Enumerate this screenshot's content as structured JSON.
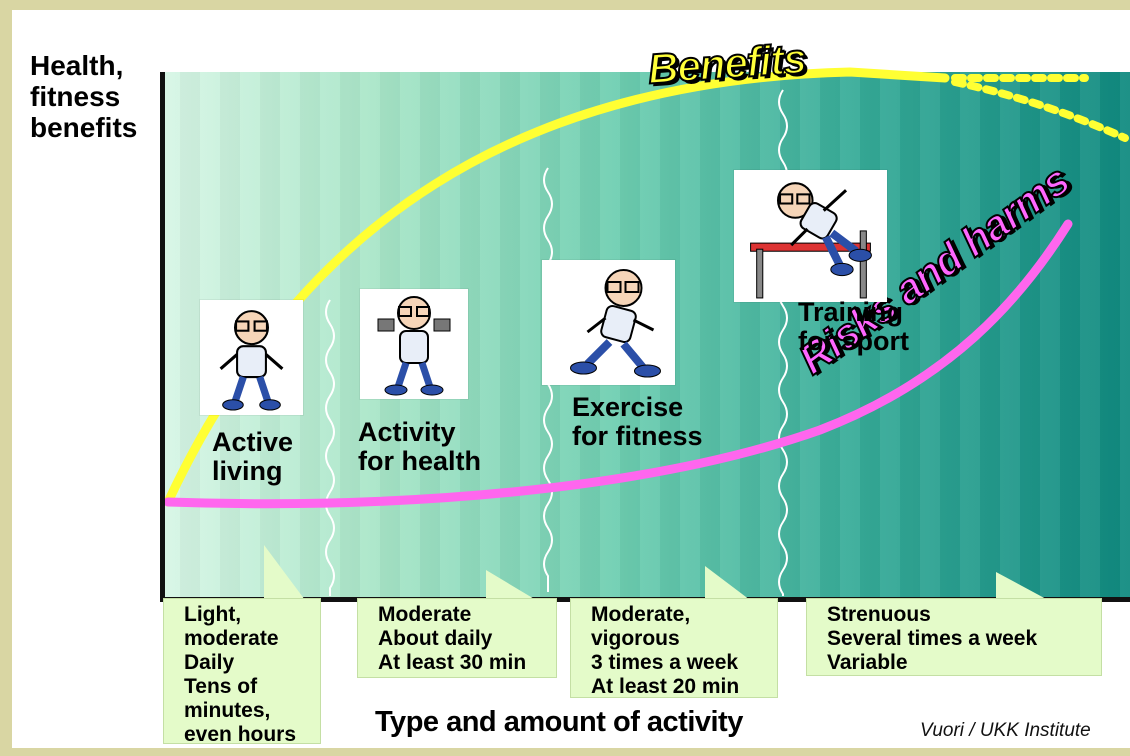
{
  "y_axis_title": "Health,\nfitness\nbenefits",
  "x_axis_title": "Type and amount of activity",
  "credit": "Vuori / UKK Institute",
  "curves": {
    "benefits": {
      "label": "Benefits",
      "color": "#ffff33"
    },
    "risks": {
      "label": "Risks and harms",
      "color": "#ff66ff"
    }
  },
  "stages": [
    {
      "label": "Active\nliving",
      "figure": "person-walking-icon"
    },
    {
      "label": "Activity\nfor health",
      "figure": "person-lifting-dumbbells-icon"
    },
    {
      "label": "Exercise\nfor fitness",
      "figure": "person-jogging-icon"
    },
    {
      "label": "Training\nfor sport",
      "figure": "person-hurdling-icon"
    }
  ],
  "descriptions": [
    "Light,\nmoderate\nDaily\nTens of\nminutes,\neven hours",
    "Moderate\nAbout daily\nAt least 30 min",
    "Moderate,\nvigorous\n3 times a week\nAt least 20 min",
    "Strenuous\nSeveral times a week\nVariable"
  ]
}
